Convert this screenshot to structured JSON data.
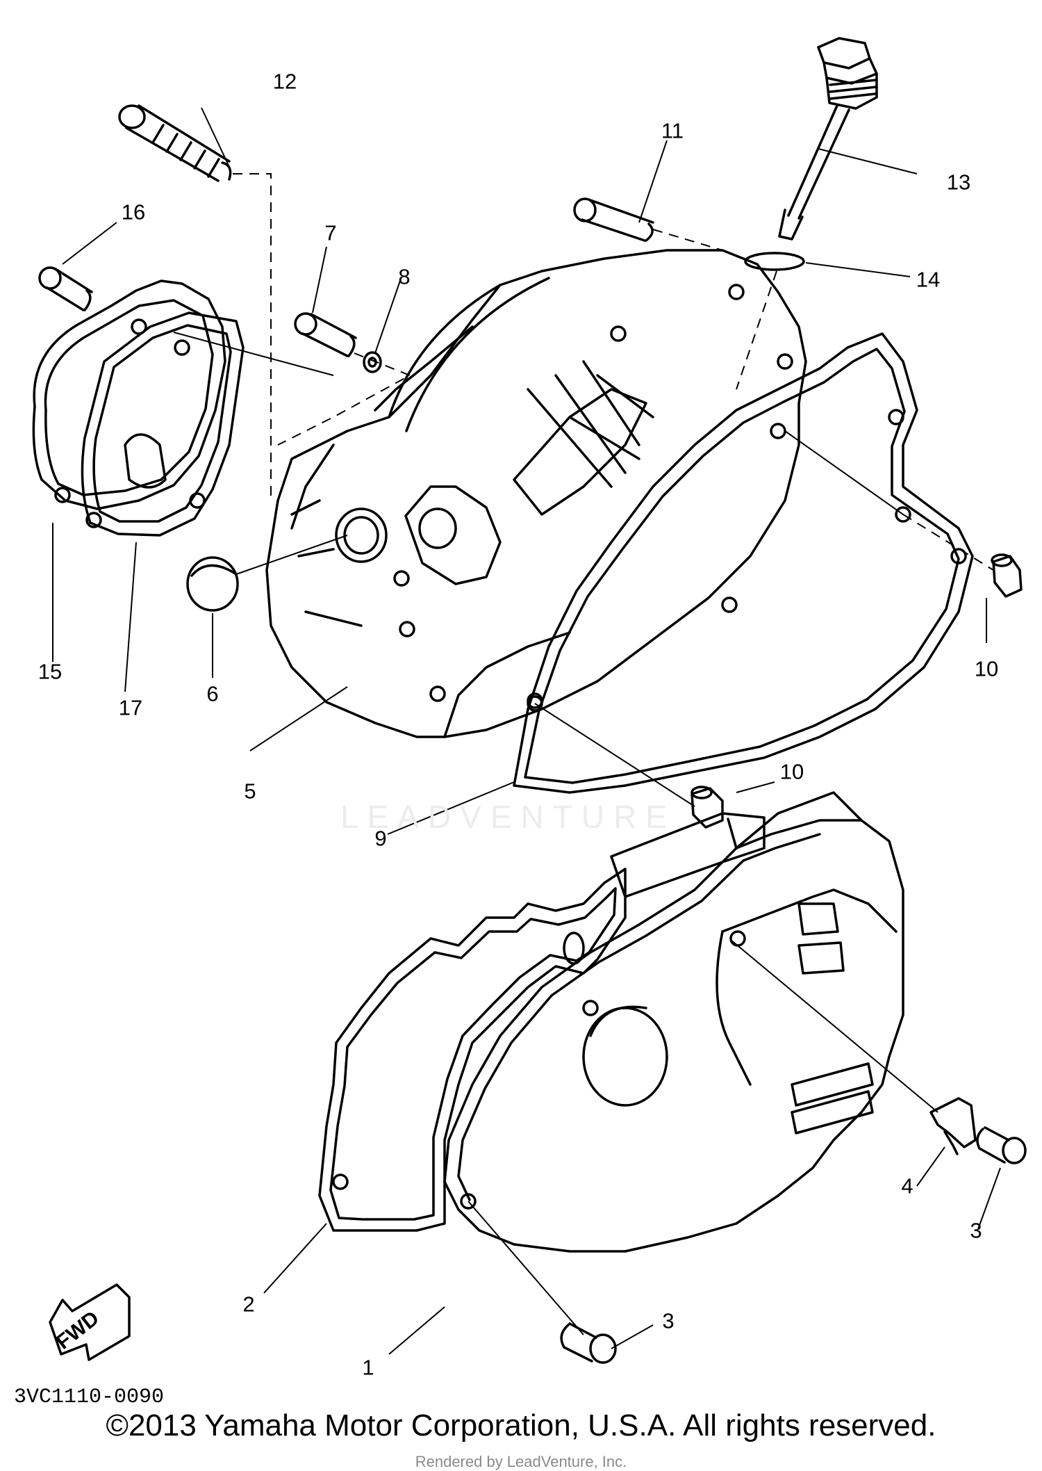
{
  "diagram": {
    "callouts": [
      "1",
      "2",
      "3",
      "3",
      "4",
      "5",
      "6",
      "7",
      "8",
      "9",
      "10",
      "10",
      "11",
      "12",
      "13",
      "14",
      "15",
      "16",
      "17"
    ],
    "fwd_label": "FWD",
    "watermark": "LEADVENTURE",
    "diagram_code": "3VC1110-0090",
    "copyright": "©2013 Yamaha Motor Corporation, U.S.A. All rights reserved.",
    "rendered_by": "Rendered by LeadVenture, Inc."
  }
}
